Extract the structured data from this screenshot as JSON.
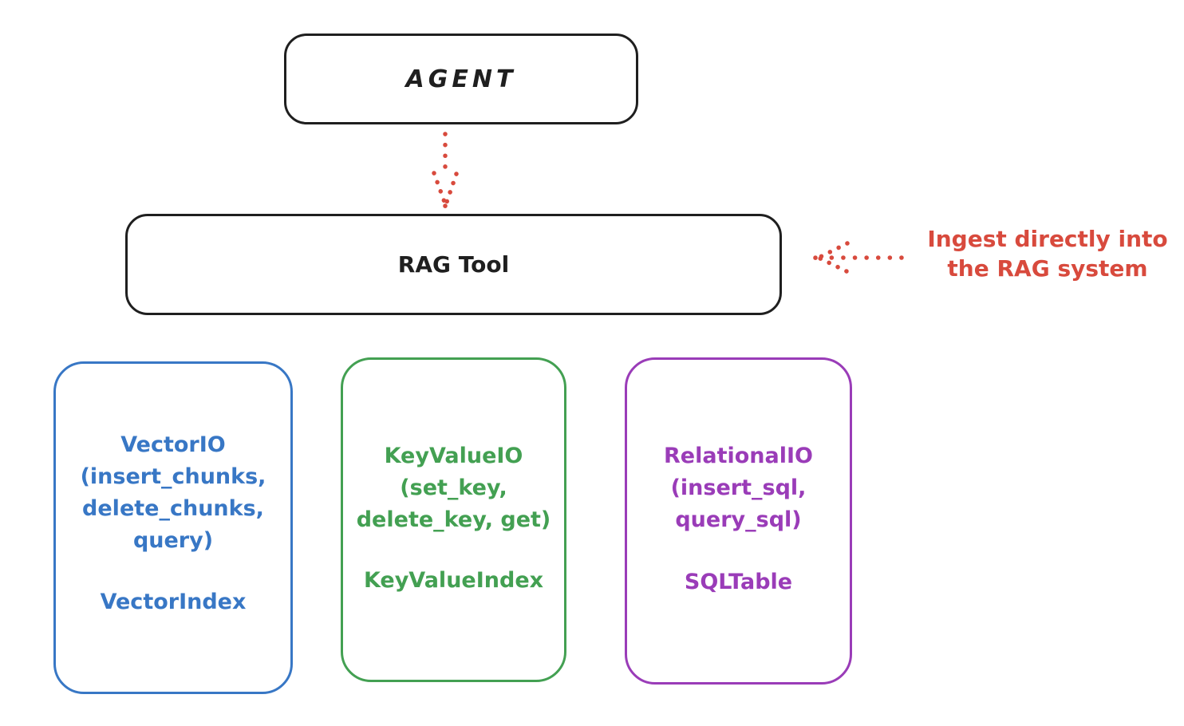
{
  "diagram": {
    "agent": {
      "label": "AGENT"
    },
    "rag_tool": {
      "label": "RAG Tool"
    },
    "annotation": {
      "line1": "Ingest directly into",
      "line2": "the RAG system"
    },
    "backends": [
      {
        "name": "vector-io",
        "color": "#3877c5",
        "lines": [
          "VectorIO",
          "(insert_chunks,",
          "delete_chunks,",
          "query)"
        ],
        "index_label": "VectorIndex"
      },
      {
        "name": "keyvalue-io",
        "color": "#43a052",
        "lines": [
          "KeyValueIO",
          "(set_key,",
          "delete_key, get)"
        ],
        "index_label": "KeyValueIndex"
      },
      {
        "name": "relational-io",
        "color": "#9a3cb8",
        "lines": [
          "RelationalIO",
          "(insert_sql,",
          "query_sql)"
        ],
        "index_label": "SQLTable"
      }
    ],
    "colors": {
      "ink": "#1f1f1f",
      "red": "#d84a3d",
      "blue": "#3877c5",
      "green": "#43a052",
      "purple": "#9a3cb8",
      "background": "#ffffff"
    }
  }
}
